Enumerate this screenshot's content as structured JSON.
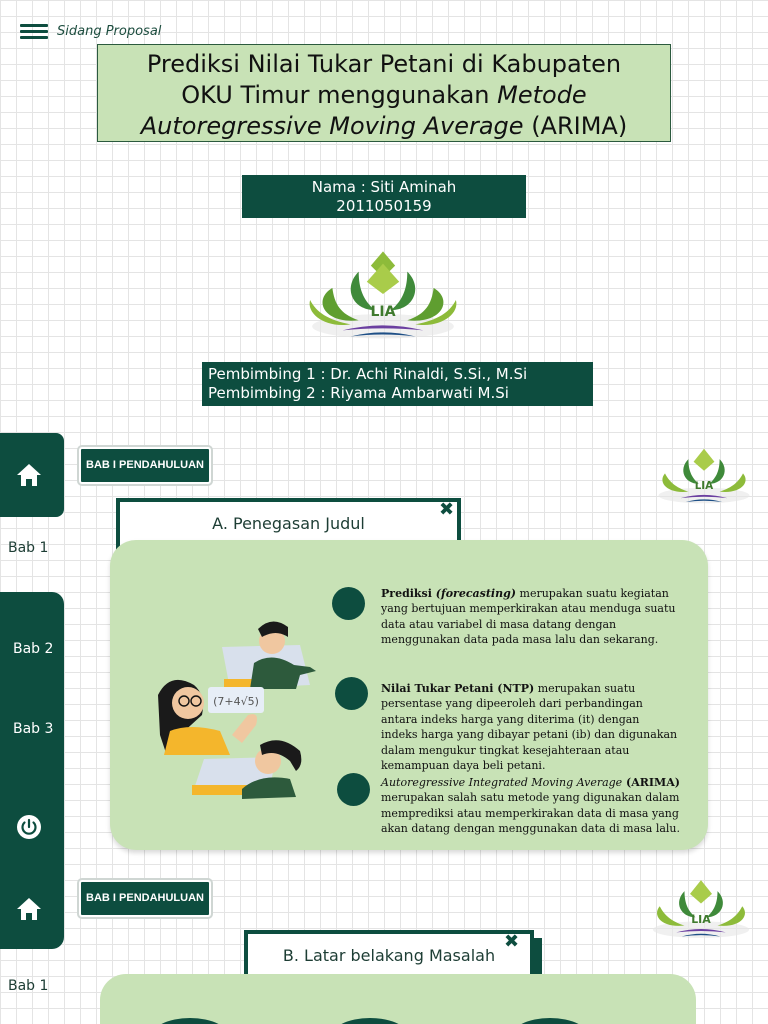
{
  "header": {
    "menu_label": "Sidang Proposal"
  },
  "title": {
    "line1": "Prediksi Nilai Tukar Petani di Kabupaten",
    "line2_plain": "OKU Timur menggunakan ",
    "line2_italic": "Metode",
    "line3_italic": "Autoregressive Moving Average",
    "line3_plain": " (ARIMA)"
  },
  "student": {
    "name": "Nama : Siti Aminah",
    "nim": "2011050159"
  },
  "supervisors": {
    "p1": "Pembimbing 1 : Dr. Achi Rinaldi, S.Si., M.Si",
    "p2": "Pembimbing 2 : Riyama Ambarwati M.Si"
  },
  "sidebar": {
    "bab1": "Bab 1",
    "bab2": "Bab 2",
    "bab3": "Bab 3",
    "bab1_bottom": "Bab 1"
  },
  "chapter_button": "BAB I PENDAHULUAN",
  "chapter_button_2": "BAB I PENDAHULUAN",
  "section_a": {
    "title": "A. Penegasan Judul",
    "close": "✖"
  },
  "section_b": {
    "title": "B. Latar belakang Masalah",
    "close": "✖"
  },
  "definitions": [
    {
      "term_bold": "Prediksi ",
      "term_italic": "(forecasting)",
      "text": " merupakan suatu kegiatan yang bertujuan memperkirakan atau menduga suatu data atau variabel di masa datang dengan menggunakan data pada masa lalu dan sekarang."
    },
    {
      "term_bold": "Nilai Tukar Petani (NTP)",
      "text": " merupakan suatu persentase yang dipeeroleh dari perbandingan antara indeks harga yang diterima (it) dengan indeks harga yang dibayar petani (ib) dan digunakan dalam mengukur tingkat kesejahteraan atau kemampuan daya beli petani."
    },
    {
      "term_italic": "Autoregressive Integrated Moving Average",
      "term_bold": " (ARIMA)",
      "text": " merupakan salah satu metode yang digunakan dalam memprediksi atau memperkirakan data di masa yang akan datang dengan menggunakan data di masa lalu."
    }
  ],
  "illustration": {
    "equation": "(7+4√5)"
  },
  "colors": {
    "primary": "#0d4d3f",
    "light_green": "#c8e2b6"
  },
  "icons": [
    "menu-icon",
    "home-icon",
    "power-icon",
    "close-icon",
    "logo"
  ]
}
